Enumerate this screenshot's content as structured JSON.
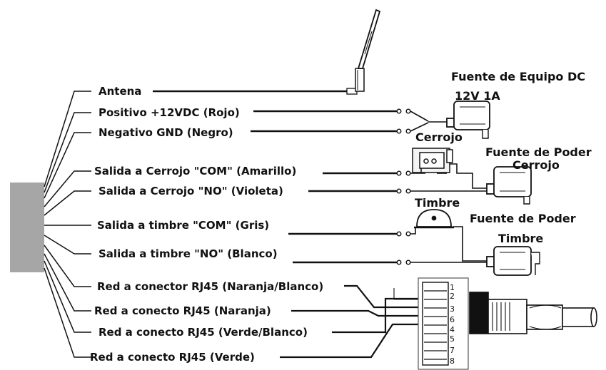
{
  "wires": [
    "Antena",
    "Positivo +12VDC (Rojo)",
    "Negativo GND (Negro)",
    "Salida a Cerrojo \"COM\" (Amarillo)",
    "Salida a Cerrojo \"NO\" (Violeta)",
    "Salida a timbre \"COM\" (Gris)",
    "Salida a timbre \"NO\" (Blanco)",
    "Red a conector RJ45 (Naranja/Blanco)",
    "Red a conecto RJ45 (Naranja)",
    "Red a conecto RJ45 (Verde/Blanco)",
    "Red a conecto RJ45 (Verde)"
  ],
  "devices": {
    "psu_title_1": "Fuente de Equipo DC",
    "psu_title_2": "12V 1A",
    "lock": "Cerrojo",
    "lock_psu_1": "Fuente de Poder",
    "lock_psu_2": "Cerrojo",
    "bell": "Timbre",
    "bell_psu_1": "Fuente de Poder",
    "bell_psu_2": "Timbre"
  },
  "rj45_pins": [
    "1",
    "2",
    "3",
    "6",
    "4",
    "5",
    "7",
    "8"
  ]
}
